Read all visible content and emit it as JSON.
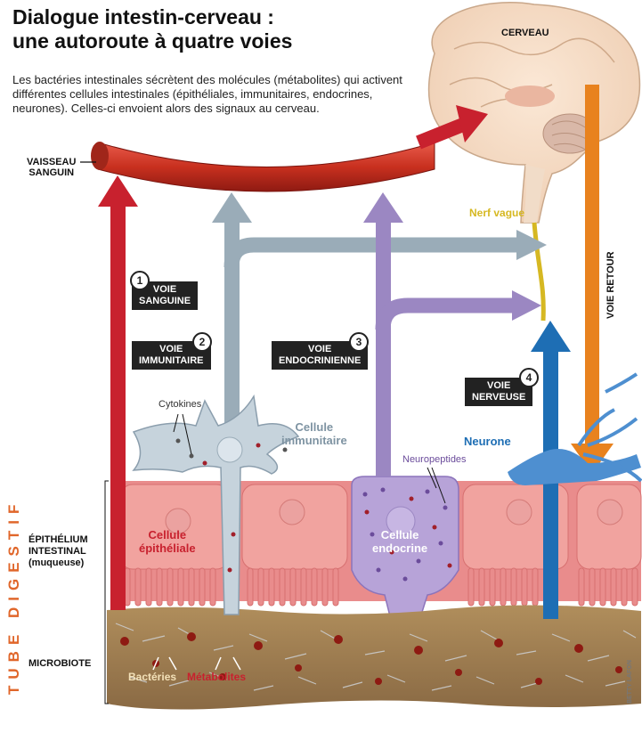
{
  "title_line1": "Dialogue intestin-cerveau :",
  "title_line2": "une autoroute à quatre voies",
  "intro": "Les bactéries intestinales sécrètent des molécules (métabolites) qui activent différentes cellules intestinales (épithéliales, immunitaires, endocrines, neurones). Celles-ci envoient alors des signaux au cerveau.",
  "labels": {
    "cerveau": "CERVEAU",
    "vaisseau": "VAISSEAU\nSANGUIN",
    "nerf_vague": "Nerf vague",
    "voie_retour": "VOIE RETOUR",
    "cytokines": "Cytokines",
    "cellule_immunitaire": "Cellule\nimmunitaire",
    "neurone": "Neurone",
    "neuropeptides": "Neuropeptides",
    "cellule_epitheliale": "Cellule\népithéliale",
    "cellule_endocrine": "Cellule\nendocrine",
    "epithelium": "ÉPITHÉLIUM\nINTESTINAL\n(muqueuse)",
    "microbiote": "MICROBIOTE",
    "tube_digestif": "TUBE DIGESTIF",
    "bacteries": "Bactéries",
    "metabolites": "Métabolites",
    "credit": "BETTY LAFON"
  },
  "routes": [
    {
      "number": "1",
      "label": "VOIE\nSANGUINE"
    },
    {
      "number": "2",
      "label": "VOIE\nIMMUNITAIRE"
    },
    {
      "number": "3",
      "label": "VOIE\nENDOCRINIENNE"
    },
    {
      "number": "4",
      "label": "VOIE\nNERVEUSE"
    }
  ],
  "colors": {
    "blood": "#c8212e",
    "immune": "#9aacb8",
    "endocrine": "#9b87c2",
    "nerve": "#1e6eb4",
    "return": "#e8821e",
    "vagus": "#d6b822",
    "epithelium": "#e98c8c",
    "tube_label": "#e0662a"
  }
}
